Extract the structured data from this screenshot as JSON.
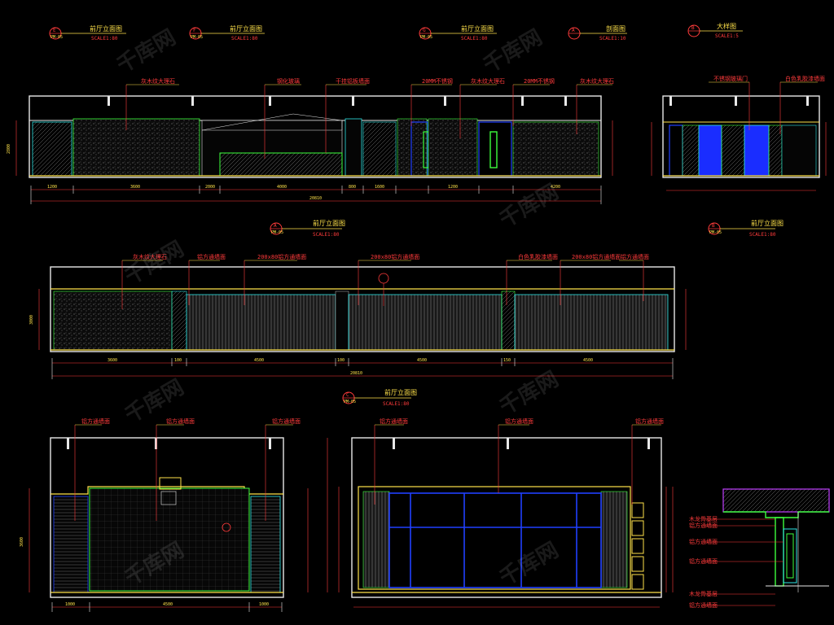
{
  "drawings": {
    "e_title": "前厅立面图",
    "e_scale": "SCALE1:80",
    "e_marker": "E",
    "e_ref": "PM-05",
    "f_title": "前厅立面图",
    "f_scale": "SCALE1:80",
    "f_marker": "F",
    "f_ref": "PM-05",
    "g_title": "前厅立面图",
    "g_scale": "SCALE1:80",
    "g_marker": "G",
    "g_ref": "PM-05",
    "a_section_title": "剖面图",
    "a_section_scale": "SCALE1:10",
    "a_section_marker": "A",
    "b_detail_title": "大样图",
    "b_detail_scale": "SCALE1:5",
    "b_detail_marker": "B",
    "a_title": "前厅立面图",
    "a_scale": "SCALE1:80",
    "a_marker": "A",
    "a_ref": "PM-05",
    "bb_title": "前厅立面图",
    "bb_scale": "SCALE1:80",
    "bb_marker": "B",
    "bb_ref": "PM-05",
    "c_title": "前厅立面图",
    "c_scale": "SCALE1:80",
    "c_marker": "C",
    "c_ref": "PM-05"
  },
  "callouts": {
    "top": [
      "灰木纹大理石",
      "钢化玻璃",
      "干挂铝板墙面",
      "20MM不锈钢",
      "灰木纹大理石",
      "20MM不锈钢",
      "灰木纹大理石"
    ],
    "top_right": [
      "不锈钢玻璃门",
      "白色乳胶漆墙面"
    ],
    "mid": [
      "灰木纹大理石",
      "铝方通墙面",
      "200x80铝方通墙面",
      "200x80铝方通墙面",
      "白色乳胶漆墙面",
      "200x80铝方通墙面",
      "铝方通墙面"
    ],
    "bottom_left": [
      "铝方通墙面",
      "铝方通墙面",
      "铝方通墙面"
    ],
    "bottom_mid": [
      "铝方通墙面",
      "铝方通墙面",
      "铝方通墙面"
    ],
    "detail": [
      "木龙骨基层",
      "铝方通墙面",
      "铝方通墙面",
      "铝方通墙面",
      "木龙骨基层",
      "铝方通墙面"
    ]
  },
  "dims": {
    "top_total": "20810",
    "mid_total": "20810",
    "top_segments": [
      "1200",
      "3600",
      "2000",
      "4000",
      "800",
      "1600",
      "1200",
      "4200"
    ],
    "mid_segments": [
      "3600",
      "100",
      "4500",
      "100",
      "4500",
      "150",
      "4500"
    ],
    "bottom_left_segments": [
      "1000",
      "4500",
      "1000"
    ],
    "top_height": "2800",
    "mid_height": "3000",
    "bottom_height": "3600"
  },
  "watermark": "千库网",
  "colors": {
    "bg": "#000000",
    "line_white": "#e8e8e8",
    "line_yellow": "#ffe24a",
    "line_cyan": "#2ee6e6",
    "line_green": "#3cff3c",
    "line_red": "#ff3b3b",
    "line_blue": "#2040ff",
    "line_magenta": "#c040ff"
  }
}
